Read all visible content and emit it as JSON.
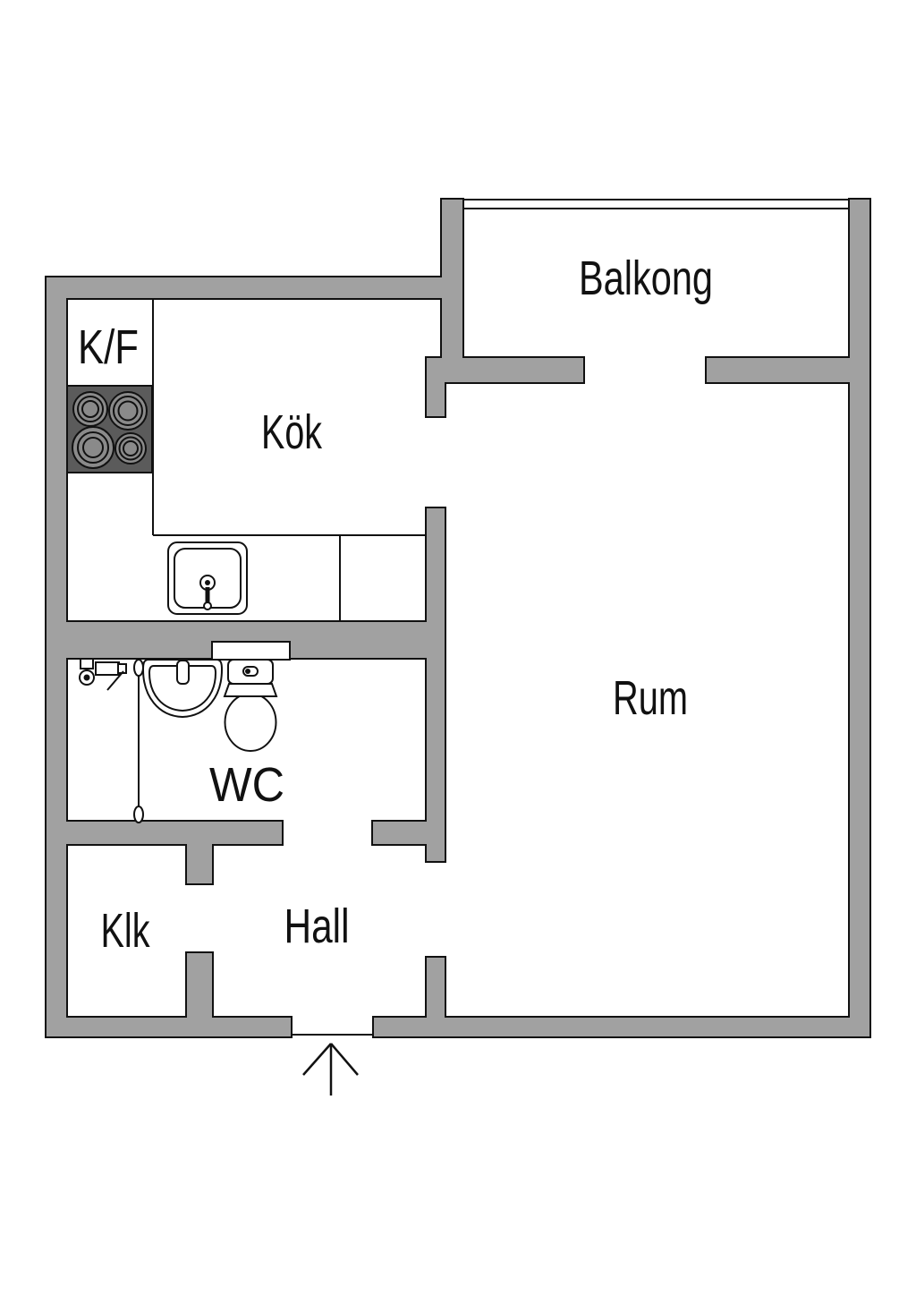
{
  "plan": {
    "rooms": [
      {
        "id": "balkong",
        "label": "Balkong"
      },
      {
        "id": "kf",
        "label": "K/F"
      },
      {
        "id": "kok",
        "label": "Kök"
      },
      {
        "id": "rum",
        "label": "Rum"
      },
      {
        "id": "wc",
        "label": "WC"
      },
      {
        "id": "klk",
        "label": "Klk"
      },
      {
        "id": "hall",
        "label": "Hall"
      }
    ],
    "icons": [
      "stove-icon",
      "kitchen-sink-icon",
      "washbasin-icon",
      "toilet-icon",
      "shower-mixer-icon",
      "shower-rod-icon",
      "balcony-railing",
      "entrance-arrow-icon"
    ],
    "colors": {
      "wall": "#a1a1a1",
      "line": "#111111",
      "stove": "#5b5b5b",
      "burner": "#8a8a8a",
      "background": "#ffffff"
    }
  }
}
